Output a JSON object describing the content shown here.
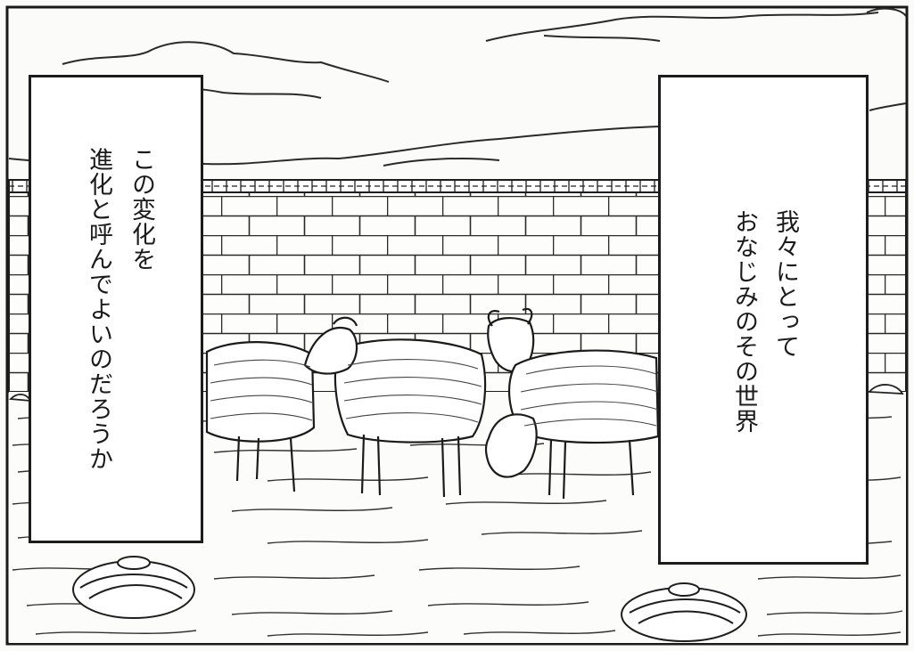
{
  "captions": {
    "left": {
      "lines": [
        "この変化を",
        "進化と呼んでよいのだろうか"
      ]
    },
    "right": {
      "lines": [
        "我々にとって",
        "おなじみのその世界"
      ]
    }
  },
  "colors": {
    "ink": "#1b1b1b",
    "paper": "#fbfbf9",
    "box": "#ffffff"
  }
}
